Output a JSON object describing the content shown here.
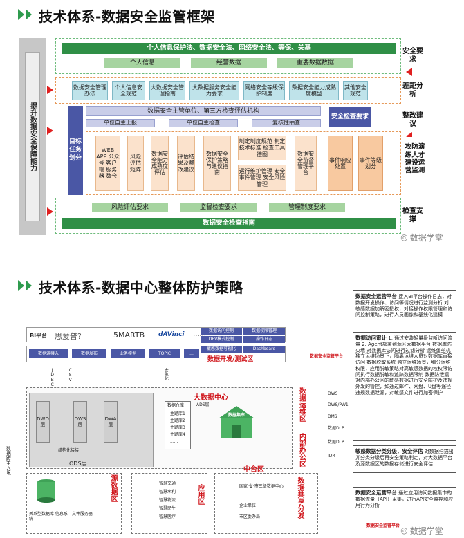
{
  "top": {
    "title": "技术体系-数据安全监管框架",
    "side_label": "提升数据安全保障能力",
    "row1": {
      "laws": "个人信息保护法、数据安全法、网络安全法、等保、关基",
      "sub": [
        "个人信息",
        "经营数据",
        "重要数据数据"
      ],
      "tag": "安全要求"
    },
    "row2": {
      "items": [
        "数据安全管理办法",
        "个人信息安全规范",
        "大数据安全管理指南",
        "大数据服务安全能力要求",
        "网络安全等级保护制度",
        "数据安全能力成熟度模型",
        "其他安全规范"
      ],
      "tag": "差距分析"
    },
    "row3": {
      "org": "数据安全主管单位、第三方检查评估机构",
      "checks": [
        "单位自主上报",
        "单位自主检查",
        "复核性抽查"
      ],
      "rect": "安全检查要求",
      "tag": "整改建议"
    },
    "row4": {
      "left": "目标任务划分",
      "items": [
        "WEB APP 公众号 客户端 服务器 数仓",
        "风险评估矩阵",
        "数据安全能力成熟度评估",
        "评估结果及整改建议",
        "数据安全保护策略与建议指南",
        "制定制度规范 制定技术标准 检查工具德图",
        "运行维护管理 安全事件管理 安全风险管理",
        "数据安全监督管理平台",
        "事件响应处置",
        "事件等级划分"
      ],
      "tag": "攻防演练人才建设运营监测"
    },
    "row5": {
      "reqs": [
        "风险评估要求",
        "监督检查要求",
        "管理制度要求"
      ],
      "main": "数据安全检查指南",
      "tag": "检查支撑"
    },
    "watermark": "数据学堂"
  },
  "bottom": {
    "title": "技术体系-数据中心整体防护策略",
    "bi_bar": {
      "label": "BI平台",
      "brands": [
        "思爱普?",
        "5MARTB",
        "dAVinci",
        "......"
      ],
      "tags": [
        "数据访问控制",
        "数据权限管理",
        "DEV模式控制",
        "操作日志",
        "敏感数据可视化",
        "Dashboard"
      ]
    },
    "dev_zone": {
      "items": [
        "数据源接入",
        "数据发布",
        "业务模型",
        "TOPIC",
        "..."
      ],
      "label": "数据开发/测试区"
    },
    "datacenter": {
      "label": "大数据中心",
      "layers": [
        "DWD层",
        "DWS层",
        "DWA层"
      ],
      "ods": "ODS层",
      "struct": "结构化接接",
      "warehouse": "数据仓库",
      "themes": [
        "主题库1",
        "主题库2",
        "主题库3",
        "主题库4",
        "......"
      ],
      "ads": "ADS层",
      "market": "数据集市",
      "vlabels": [
        "JDBC",
        "CSV",
        "去敏化"
      ]
    },
    "left_vertical": "数据跨主入境",
    "ops_zone": "数据运维区",
    "internal_zone": "内部办公区",
    "middle": "中台区",
    "source_zone": {
      "label": "源数据区",
      "items": [
        "关系型数据库 信息系统",
        "文件服务器"
      ]
    },
    "app_zone": {
      "label": "应用区",
      "items": [
        "智慧交通",
        "智慧水利",
        "智慧物流",
        "智慧民生",
        "智慧医疗"
      ]
    },
    "share_zone": {
      "label": "数据共享分发",
      "items": [
        "国家·省·市三级数据中心",
        "企业单位",
        "市区委办局"
      ]
    },
    "servers": [
      "DWS",
      "DWS/PW1",
      "DMS",
      "数据DLP",
      "数据DLP",
      "IDR"
    ],
    "notes": [
      {
        "head": "数据安全运营平台",
        "body": "接入BI平台操作日志，对数据开发操作、访问等情况进行监测分析 对敏感数据加解密授权，对接操作权限管理和访问控制策略，进行人员画像和基线化建模"
      },
      {
        "head": "数据访问审计",
        "body": "1. 通过安装轻量级监听访问流量 2. Agent部署到源区大数据平台 数据库防火墙 对数据库访问进行过滤分析 运维堡垒机 独立运维场景下，隔离运维人员对数据库直接访问 数据脱敏系统 独立运维场景，细分运维权限，应用脱敏策略对高敏感数据的权权限访问执行数据脱敏和追踪数据限制 数据防泄漏 对内部办公区的敏感数据进行安全防护及违规外发的管控，如通过邮件、网盘、U盘等途径违规数据泄漏，对敏感文件进行加密保护"
      },
      {
        "head": "敏感数据分类分级，安全评估",
        "body": "对数据扫描出并分类分级后再安全策略制定，对大数据平台及源数据区的数据存储进行安全评估"
      },
      {
        "head": "数据安全运营平台",
        "body": "通过应用访问数据集市的数据流量（API）采集，进行API安全监控和应用行为分析"
      }
    ],
    "platform_label": "数据安全监管平台",
    "watermark": "数据学堂"
  }
}
